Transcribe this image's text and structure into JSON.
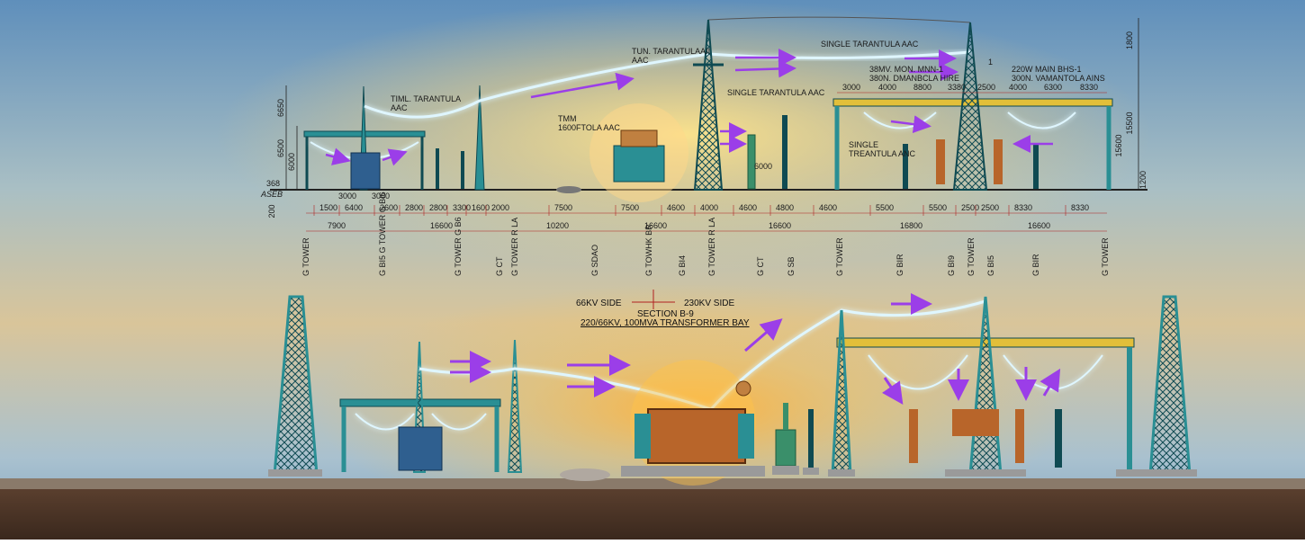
{
  "top_dimensions": {
    "left_heights": [
      "6650",
      "6500",
      "6000",
      "368",
      "200"
    ],
    "right_heights": [
      "1800",
      "15500",
      "15600",
      "1200"
    ],
    "row1": [
      "1500",
      "6400",
      "2600",
      "2800",
      "2800",
      "3300",
      "1600",
      "2000",
      "7500",
      "7500",
      "4600",
      "4000",
      "4600",
      "4800",
      "4600",
      "5500",
      "5500",
      "2500",
      "2500",
      "8330",
      "8330"
    ],
    "row2": [
      "7900",
      "16600",
      "10200",
      "16600",
      "16600",
      "16800",
      "16600"
    ],
    "above_ground": [
      "3000",
      "3000"
    ],
    "top_right": [
      "3000",
      "4000",
      "8800",
      "3380",
      "2500",
      "4000",
      "6300",
      "8330"
    ],
    "small_left": "ASEB",
    "low_6000": "6000"
  },
  "top_labels": {
    "timl": [
      "TIML. TARANTULA",
      "AAC"
    ],
    "tun": [
      "TUN. TARANTULAAII",
      "AAC"
    ],
    "tmm": [
      "TMM",
      "1600FTOLA AAC"
    ],
    "single_top": "SINGLE TARANTULA AAC",
    "single_mid": "SINGLE TARANTULA AAC",
    "single_low": [
      "SINGLE",
      "TREANTULA ANC"
    ],
    "mon": [
      "38MV. MON. MNN-1",
      "380N. DMANBCLA HIRE"
    ],
    "main": [
      "220W MAIN BHS-1",
      "300N. VAMANTOLA AINS"
    ],
    "tick": "1"
  },
  "equipment_labels": [
    "G TOWER",
    "G BI5 G TOWER G BI6",
    "G TOWER G B6",
    "G CT",
    "G TOWER R LA",
    "G SDAO",
    "G TOWHK BR",
    "G BI4",
    "G TOWER R LA",
    "G CT",
    "G SB",
    "G TOWER",
    "G BIR",
    "G BI9",
    "G TOWER",
    "G BI5",
    "G BIR",
    "G TOWER"
  ],
  "section": {
    "left": "66KV SIDE",
    "right": "230KV SIDE",
    "title": "SECTION B-9",
    "subtitle": "220/66KV, 100MVA TRANSFORMER BAY"
  },
  "colors": {
    "steel": "#2a8f94",
    "steel_dark": "#0f4a52",
    "frame": "#e2bf3a",
    "copper": "#b8652a",
    "insulator": "#3a8f6a",
    "arrow": "#9b3ee8",
    "conductor_glow": "#dff6ff",
    "ground": "#4a3426"
  }
}
